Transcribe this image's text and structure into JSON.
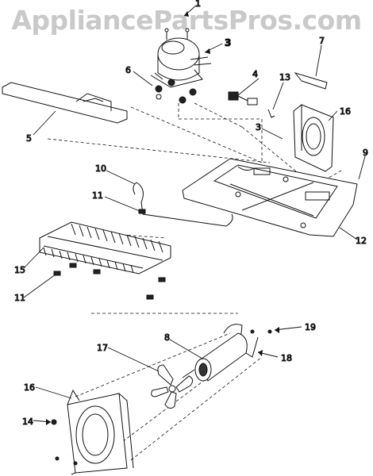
{
  "watermark": "AppliancePartsPros.com",
  "callouts": [
    {
      "id": "c1",
      "label": "1"
    },
    {
      "id": "c3a",
      "label": "3"
    },
    {
      "id": "c7",
      "label": "7"
    },
    {
      "id": "c6",
      "label": "6"
    },
    {
      "id": "c4",
      "label": "4"
    },
    {
      "id": "c13",
      "label": "13"
    },
    {
      "id": "c16a",
      "label": "16"
    },
    {
      "id": "c5",
      "label": "5"
    },
    {
      "id": "c3b",
      "label": "3"
    },
    {
      "id": "c9",
      "label": "9"
    },
    {
      "id": "c10",
      "label": "10"
    },
    {
      "id": "c11a",
      "label": "11"
    },
    {
      "id": "c12",
      "label": "12"
    },
    {
      "id": "c15",
      "label": "15"
    },
    {
      "id": "c11b",
      "label": "11"
    },
    {
      "id": "c19",
      "label": "19"
    },
    {
      "id": "c8",
      "label": "8"
    },
    {
      "id": "c17",
      "label": "17"
    },
    {
      "id": "c18",
      "label": "18"
    },
    {
      "id": "c16b",
      "label": "16"
    },
    {
      "id": "c14",
      "label": "14"
    }
  ]
}
